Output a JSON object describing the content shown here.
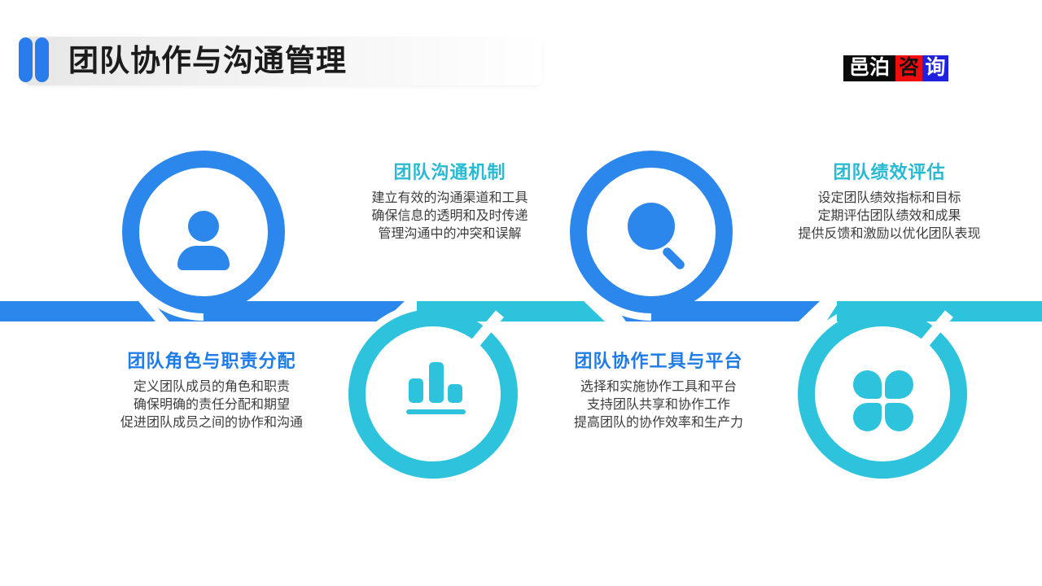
{
  "header": {
    "title": "团队协作与沟通管理"
  },
  "logo": {
    "black_text": "邑泊",
    "red_text": "咨",
    "blue_text": "询"
  },
  "colors": {
    "ribbon_blue": "#2C87EC",
    "ribbon_teal": "#2DC3DD",
    "heading_teal": "#27BAD2",
    "heading_blue": "#1E7CE8",
    "body_text": "#3D3D3D",
    "title_text": "#1B1B1B",
    "logo_black": "#0A0A0A",
    "logo_red": "#F10D0D",
    "logo_blue": "#2020DF"
  },
  "circles": [
    {
      "icon": "user-icon",
      "color": "blue",
      "row": "top"
    },
    {
      "icon": "magnifier-icon",
      "color": "blue",
      "row": "top"
    },
    {
      "icon": "bar-chart-icon",
      "color": "teal",
      "row": "bottom"
    },
    {
      "icon": "clover-icon",
      "color": "teal",
      "row": "bottom"
    }
  ],
  "sections": [
    {
      "title": "团队沟通机制",
      "lines": [
        "建立有效的沟通渠道和工具",
        "确保信息的透明和及时传递",
        "管理沟通中的冲突和误解"
      ]
    },
    {
      "title": "团队绩效评估",
      "lines": [
        "设定团队绩效指标和目标",
        "定期评估团队绩效和成果",
        "提供反馈和激励以优化团队表现"
      ]
    },
    {
      "title": "团队角色与职责分配",
      "lines": [
        "定义团队成员的角色和职责",
        "确保明确的责任分配和期望",
        "促进团队成员之间的协作和沟通"
      ]
    },
    {
      "title": "团队协作工具与平台",
      "lines": [
        "选择和实施协作工具和平台",
        "支持团队共享和协作工作",
        "提高团队的协作效率和生产力"
      ]
    }
  ]
}
